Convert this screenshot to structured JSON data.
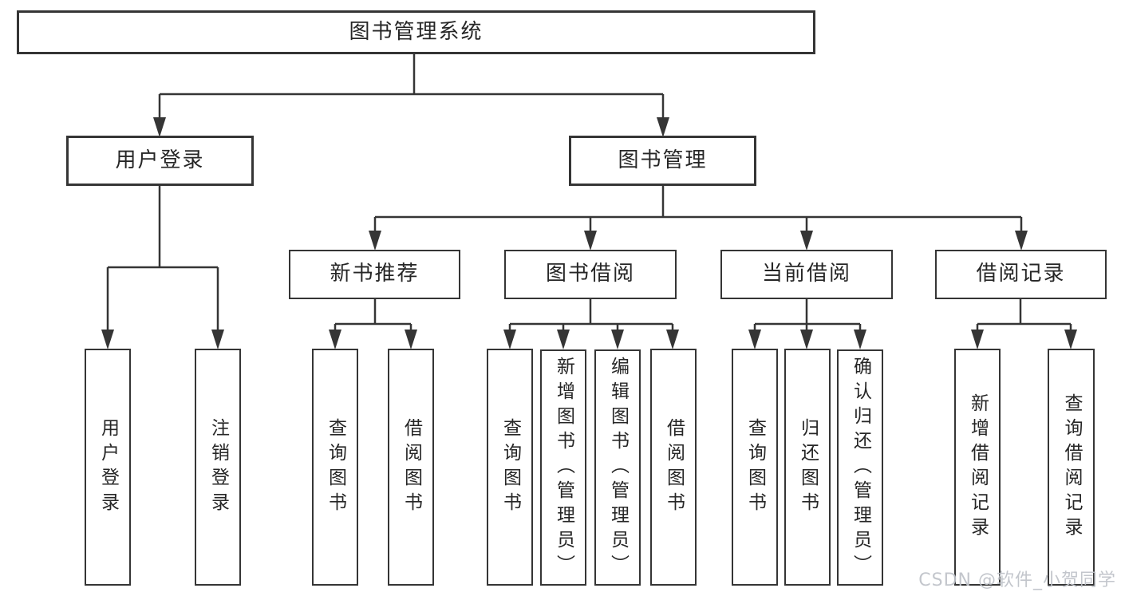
{
  "diagram": {
    "title": "图书管理系统",
    "level2": [
      {
        "label": "用户登录",
        "children": [
          {
            "label": "用户登录"
          },
          {
            "label": "注销登录"
          }
        ]
      },
      {
        "label": "图书管理",
        "sections": [
          {
            "label": "新书推荐",
            "children": [
              {
                "label": "查询图书"
              },
              {
                "label": "借阅图书"
              }
            ]
          },
          {
            "label": "图书借阅",
            "children": [
              {
                "label": "查询图书"
              },
              {
                "label": "新增图书（管理员）"
              },
              {
                "label": "编辑图书（管理员）"
              },
              {
                "label": "借阅图书"
              }
            ]
          },
          {
            "label": "当前借阅",
            "children": [
              {
                "label": "查询图书"
              },
              {
                "label": "归还图书"
              },
              {
                "label": "确认归还（管理员）"
              }
            ]
          },
          {
            "label": "借阅记录",
            "children": [
              {
                "label": "新增借阅记录"
              },
              {
                "label": "查询借阅记录"
              }
            ]
          }
        ]
      }
    ]
  },
  "watermark": "CSDN @软件_小贺同学",
  "colors": {
    "line": "#353535",
    "box_border": "#353535",
    "text": "#262626",
    "watermark": "#bec2c8",
    "background": "#ffffff"
  }
}
